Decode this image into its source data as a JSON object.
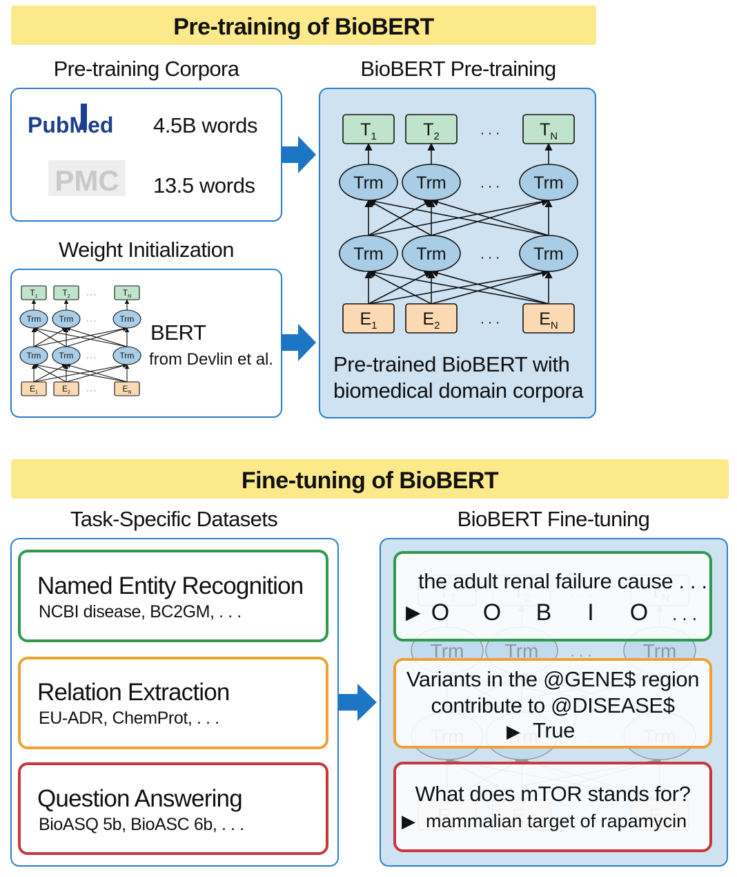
{
  "pretraining": {
    "banner": "Pre-training of BioBERT",
    "corpora_title": "Pre-training Corpora",
    "pubmed_logo_text": "PubMed",
    "pmc_logo_text": "PMC",
    "pubmed_words": "4.5B words",
    "pmc_words": "13.5 words",
    "weight_init_title": "Weight Initialization",
    "bert_label": "BERT",
    "bert_source": "from Devlin et al.",
    "biobert_title": "BioBERT Pre-training",
    "biobert_caption_line1": "Pre-trained BioBERT with",
    "biobert_caption_line2": "biomedical domain corpora",
    "output_tokens": [
      "T1",
      "T2",
      "TN"
    ],
    "input_tokens": [
      "E1",
      "E2",
      "EN"
    ],
    "trm_label": "Trm",
    "ellipsis": ". . ."
  },
  "finetuning": {
    "banner": "Fine-tuning of BioBERT",
    "datasets_title": "Task-Specific Datasets",
    "finetune_title": "BioBERT Fine-tuning",
    "tasks": [
      {
        "name": "Named Entity Recognition",
        "datasets": "NCBI disease, BC2GM, . . .",
        "color": "#2e9a4e"
      },
      {
        "name": "Relation Extraction",
        "datasets": "EU-ADR, ChemProt, . . .",
        "color": "#f0a030"
      },
      {
        "name": "Question Answering",
        "datasets": "BioASQ 5b, BioASC 6b, . . .",
        "color": "#c8383a"
      }
    ],
    "ner_example": {
      "sentence": "the adult renal failure cause . . .",
      "tags": [
        "O",
        "O",
        "B",
        "I",
        "O",
        ". . ."
      ]
    },
    "re_example": {
      "line1": "Variants in the @GENE$ region",
      "line2": "contribute to @DISEASE$",
      "answer": "True"
    },
    "qa_example": {
      "question": "What does mTOR stands for?",
      "answer": "mammalian target of rapamycin"
    }
  },
  "colors": {
    "banner_bg": "#fbe98a",
    "panel_border": "#2a7fc8",
    "panel_fill": "#cfe2f1",
    "arrow": "#1d76c4",
    "trm_fill": "#a9cde6",
    "out_fill": "#bfe3cb",
    "in_fill": "#fbd9b2"
  }
}
